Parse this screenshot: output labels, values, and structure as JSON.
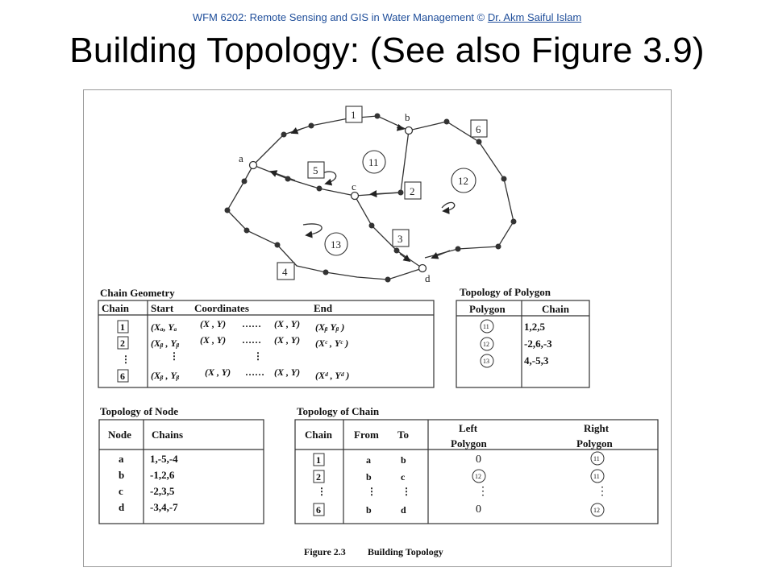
{
  "header": {
    "course": "WFM 6202: Remote Sensing and GIS in Water Management © ",
    "author_link": "Dr. Akm Saiful Islam"
  },
  "slide": {
    "title": "Building Topology: (See also Figure 3.9)"
  },
  "map": {
    "nodes": [
      "a",
      "b",
      "c",
      "d"
    ],
    "chain_labels": [
      "1",
      "2",
      "3",
      "4",
      "5",
      "6"
    ],
    "polygon_labels": [
      "11",
      "12",
      "13"
    ]
  },
  "chain_geometry": {
    "title": "Chain Geometry",
    "headers": [
      "Chain",
      "Start",
      "Coordinates",
      "End"
    ],
    "rows": [
      {
        "chain": "1",
        "start": "(Xₐ, Yₐ",
        "mid1": "(X , Y)",
        "dots": "……",
        "mid2": "(X , Y)",
        "end": "(Xᵦ Yᵦ )"
      },
      {
        "chain": "2",
        "start": "(Xᵦ , Yᵦ",
        "mid1": "(X , Y)",
        "dots": "……",
        "mid2": "(X , Y)",
        "end": "(Xᶜ , Yᶜ )"
      },
      {
        "chain": "⋮",
        "start": "⋮",
        "mid1": "",
        "dots": "⋮",
        "mid2": "",
        "end": ""
      },
      {
        "chain": "6",
        "start": "(Xᵦ , Yᵦ",
        "mid1": "(X , Y)",
        "dots": "……",
        "mid2": "(X , Y)",
        "end": "(Xᵈ , Yᵈ )"
      }
    ]
  },
  "topology_polygon": {
    "title": "Topology of Polygon",
    "headers": [
      "Polygon",
      "Chain"
    ],
    "rows": [
      {
        "polygon": "11",
        "chain": "1,2,5"
      },
      {
        "polygon": "12",
        "chain": "-2,6,-3"
      },
      {
        "polygon": "13",
        "chain": "4,-5,3"
      }
    ]
  },
  "topology_node": {
    "title": "Topology of Node",
    "headers": [
      "Node",
      "Chains"
    ],
    "rows": [
      {
        "node": "a",
        "chains": "1,-5,-4"
      },
      {
        "node": "b",
        "chains": "-1,2,6"
      },
      {
        "node": "c",
        "chains": "-2,3,5"
      },
      {
        "node": "d",
        "chains": "-3,4,-7"
      }
    ]
  },
  "topology_chain": {
    "title": "Topology of Chain",
    "headers": [
      "Chain",
      "From",
      "To",
      "Left",
      "Polygon",
      "Right",
      "Polygon"
    ],
    "rows": [
      {
        "chain": "1",
        "from": "a",
        "to": "b",
        "left": "0",
        "right": "11"
      },
      {
        "chain": "2",
        "from": "b",
        "to": "c",
        "left": "12",
        "right": "11"
      },
      {
        "chain": "⋮",
        "from": "⋮",
        "to": "⋮",
        "left": "⋮",
        "right": "⋮"
      },
      {
        "chain": "6",
        "from": "b",
        "to": "d",
        "left": "0",
        "right": "12"
      }
    ]
  },
  "caption": {
    "label": "Figure  2.3",
    "text": "Building Topology"
  }
}
